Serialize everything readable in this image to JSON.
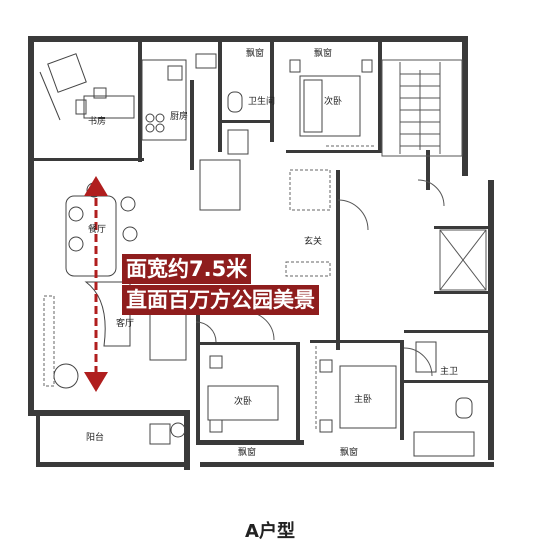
{
  "rooms": {
    "study": "书房",
    "kitchen": "厨房",
    "bay_window_1": "飘窗",
    "bay_window_2": "飘窗",
    "bathroom": "卫生间",
    "second_bedroom_top": "次卧",
    "entrance": "玄关",
    "dining": "餐厅",
    "living": "客厅",
    "balcony": "阳台",
    "second_bedroom_bottom": "次卧",
    "master_bedroom": "主卧",
    "master_bath": "主卫",
    "bay_window_3": "飘窗",
    "bay_window_4": "飘窗"
  },
  "banner": {
    "line1": "面宽约7.5米",
    "line2": "直面百万方公园美景"
  },
  "plan_title": "A户型",
  "colors": {
    "banner_bg": "#8f1d1d",
    "arrow": "#b01e1e",
    "wall": "#3a3a3a"
  }
}
